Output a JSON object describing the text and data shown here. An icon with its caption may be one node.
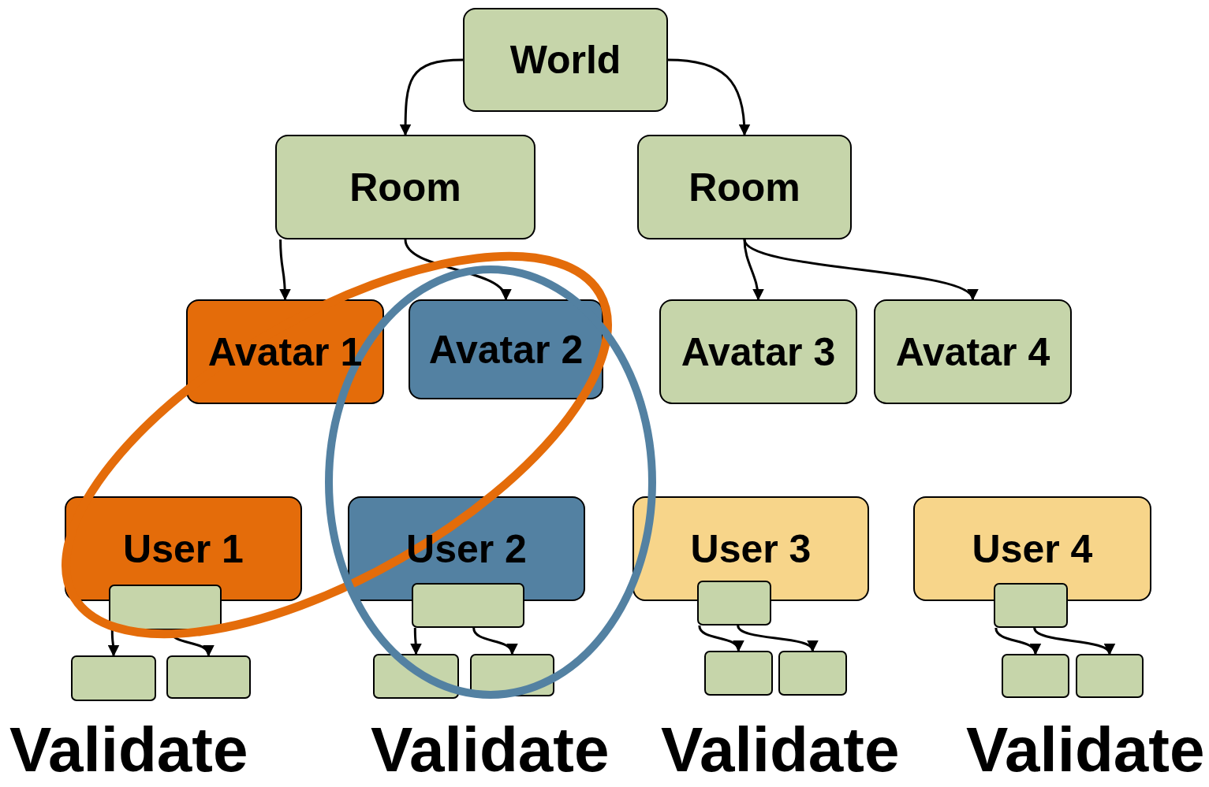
{
  "diagram": {
    "nodes": [
      {
        "text": [
          "World"
        ]
      },
      {
        "text": [
          "Room"
        ]
      },
      {
        "text": [
          "Room"
        ]
      },
      {
        "text": [
          "Avatar 1"
        ]
      },
      {
        "text": [
          "Avatar 2"
        ]
      },
      {
        "text": [
          "Avatar 3"
        ]
      },
      {
        "text": [
          "Avatar 4"
        ]
      },
      {
        "text": [
          "User 1"
        ]
      },
      {
        "text": [],
        "shape": "box"
      },
      {
        "text": [],
        "shape": "box"
      },
      {
        "text": [],
        "shape": "box"
      },
      {
        "text": [
          "User 2"
        ]
      },
      {
        "text": [],
        "shape": "box"
      },
      {
        "text": [],
        "shape": "box"
      },
      {
        "text": [],
        "shape": "box"
      },
      {
        "text": [
          "User 3"
        ]
      },
      {
        "text": [],
        "shape": "box"
      },
      {
        "text": [],
        "shape": "box"
      },
      {
        "text": [],
        "shape": "box"
      },
      {
        "text": [
          "User 4"
        ]
      },
      {
        "text": [],
        "shape": "box"
      },
      {
        "text": [],
        "shape": "box"
      },
      {
        "text": [],
        "shape": "box"
      }
    ],
    "edges": [
      {
        "from": 0,
        "to": 1,
        "arrow": "to"
      },
      {
        "from": 0,
        "to": 2,
        "arrow": "to"
      },
      {
        "from": 1,
        "to": 3,
        "arrow": "to"
      },
      {
        "from": 1,
        "to": 4,
        "arrow": "to"
      },
      {
        "from": 2,
        "to": 5,
        "arrow": "to"
      },
      {
        "from": 2,
        "to": 6,
        "arrow": "to"
      },
      {
        "from": 8,
        "to": 9,
        "arrow": "to"
      },
      {
        "from": 8,
        "to": 10,
        "arrow": "to"
      },
      {
        "from": 12,
        "to": 13,
        "arrow": "to"
      },
      {
        "from": 12,
        "to": 14,
        "arrow": "to"
      },
      {
        "from": 16,
        "to": 17,
        "arrow": "to"
      },
      {
        "from": 16,
        "to": 18,
        "arrow": "to"
      },
      {
        "from": 20,
        "to": 21,
        "arrow": "to"
      },
      {
        "from": 20,
        "to": 22,
        "arrow": "to"
      }
    ],
    "labels": [
      "Validate",
      "Validate",
      "Validate",
      "Validate"
    ]
  }
}
